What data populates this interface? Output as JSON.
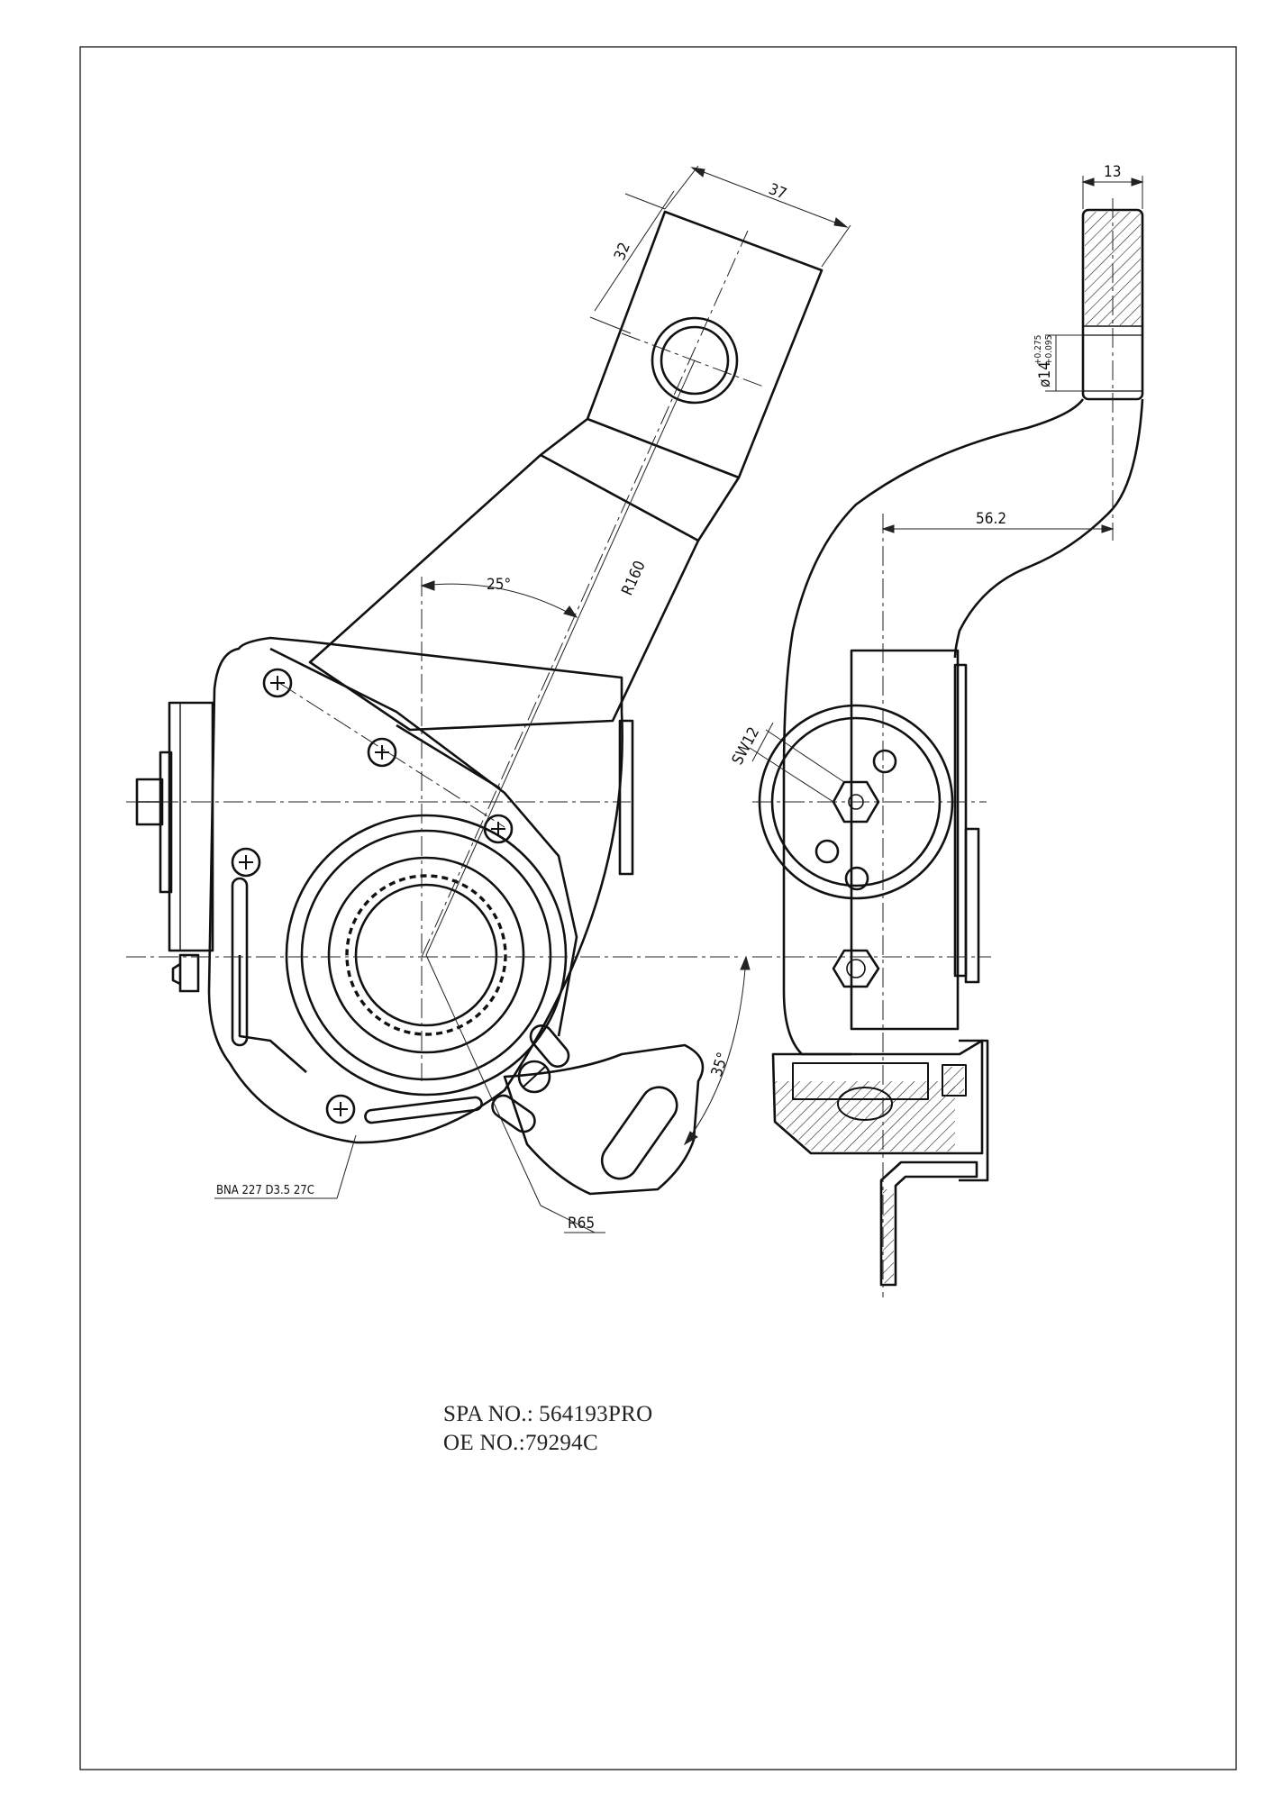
{
  "drawing": {
    "front_view": {
      "dim_arm_width": "37",
      "dim_arm_end": "32",
      "dim_radius_arm": "R160",
      "dim_angle_arm": "25°",
      "dim_angle_lower": "35°",
      "dim_radius_lower": "R65",
      "spline_note": "BNA 227 D3.5  27C"
    },
    "side_view": {
      "dim_thickness": "13",
      "dim_offset": "56.2",
      "dim_hole": "ø14",
      "dim_hole_tol_upper": "+0.275",
      "dim_hole_tol_lower": "+0.095",
      "dim_hex": "SW12"
    }
  },
  "caption": {
    "spa_label": "SPA NO.:",
    "spa_value": "564193PRO",
    "oe_label": "OE NO.:",
    "oe_value": "79294C"
  }
}
